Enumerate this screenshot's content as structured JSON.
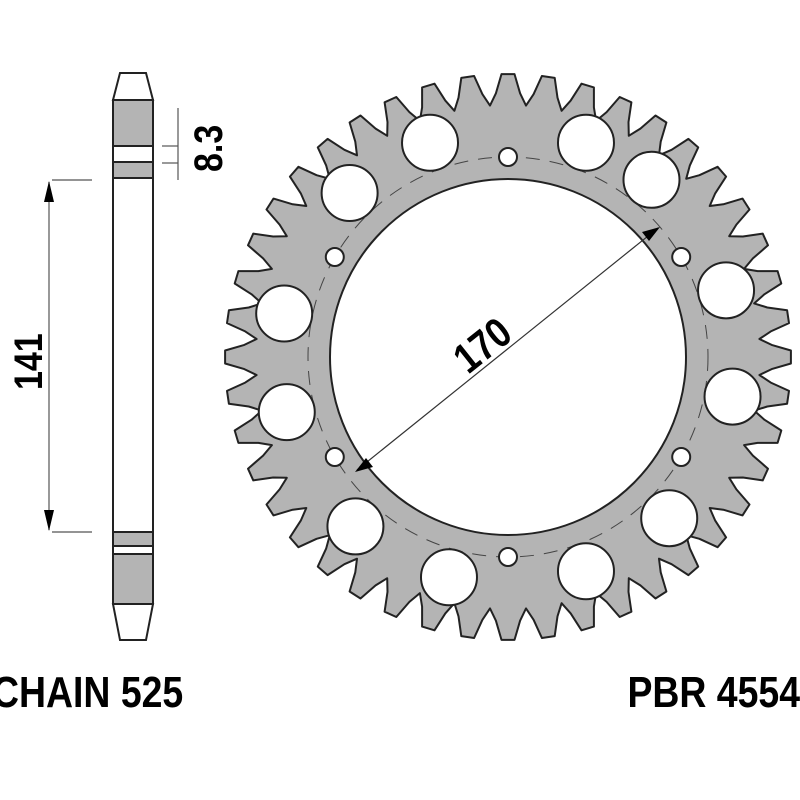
{
  "labels": {
    "chain": "CHAIN 525",
    "part_number": "PBR 4554",
    "bolt_circle_diameter": "170",
    "center_bore_side": "141",
    "thickness": "8.3"
  },
  "colors": {
    "fill": "#b4b4b4",
    "stroke": "#222222"
  }
}
